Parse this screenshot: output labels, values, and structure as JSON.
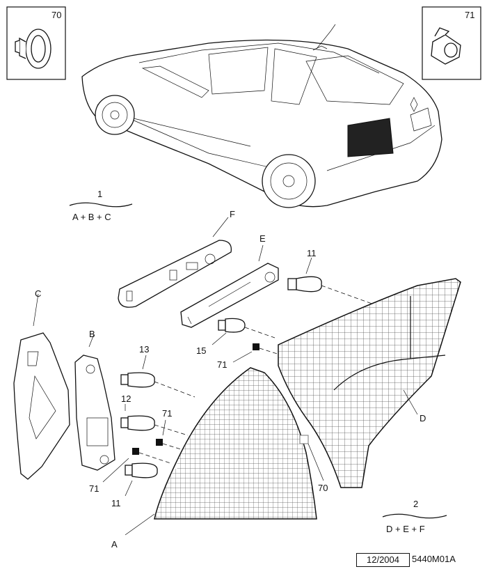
{
  "inset_left": {
    "callout": "70"
  },
  "inset_right": {
    "callout": "71"
  },
  "groups": [
    {
      "number": "1",
      "formula": "A + B + C"
    },
    {
      "number": "2",
      "formula": "D + E + F"
    }
  ],
  "parts": {
    "A": "A",
    "B": "B",
    "C": "C",
    "D": "D",
    "E": "E",
    "F": "F"
  },
  "callouts": {
    "bulb_top": "11",
    "bulb_15": "15",
    "clip_71_top": "71",
    "bulb_13": "13",
    "bulb_12": "12",
    "clip_71_mid": "71",
    "clip_71_low": "71",
    "bulb_11_low": "11",
    "clip_70": "70"
  },
  "footer": {
    "date": "12/2004",
    "code": "5440M01A"
  }
}
